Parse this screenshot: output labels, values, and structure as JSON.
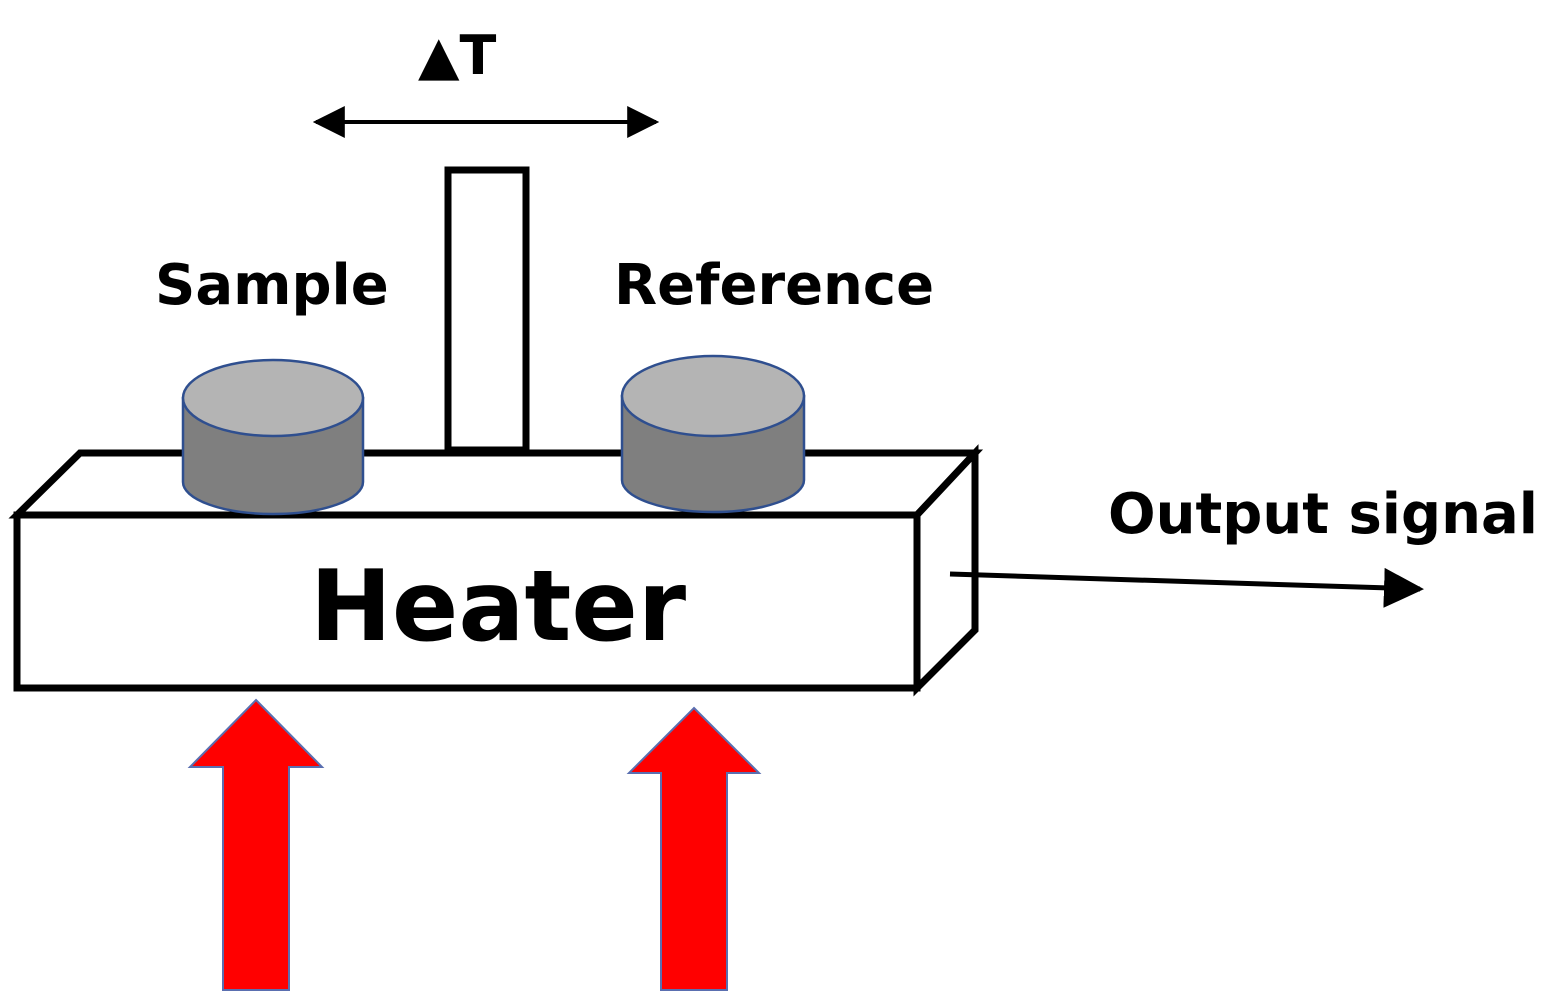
{
  "labels": {
    "delta_t": "▲T",
    "sample": "Sample",
    "reference": "Reference",
    "heater": "Heater",
    "output_signal": "Output signal"
  },
  "colors": {
    "outline": "#000000",
    "heater_fill": "#ffffff",
    "pan_top": "#b4b4b4",
    "pan_side": "#7f7f7f",
    "pan_edge": "#2f4f8f",
    "heat_arrow": "#ff0000",
    "heat_arrow_edge": "#5a6fb0"
  },
  "icons": {
    "heat_arrows": "up-arrow-icon"
  }
}
